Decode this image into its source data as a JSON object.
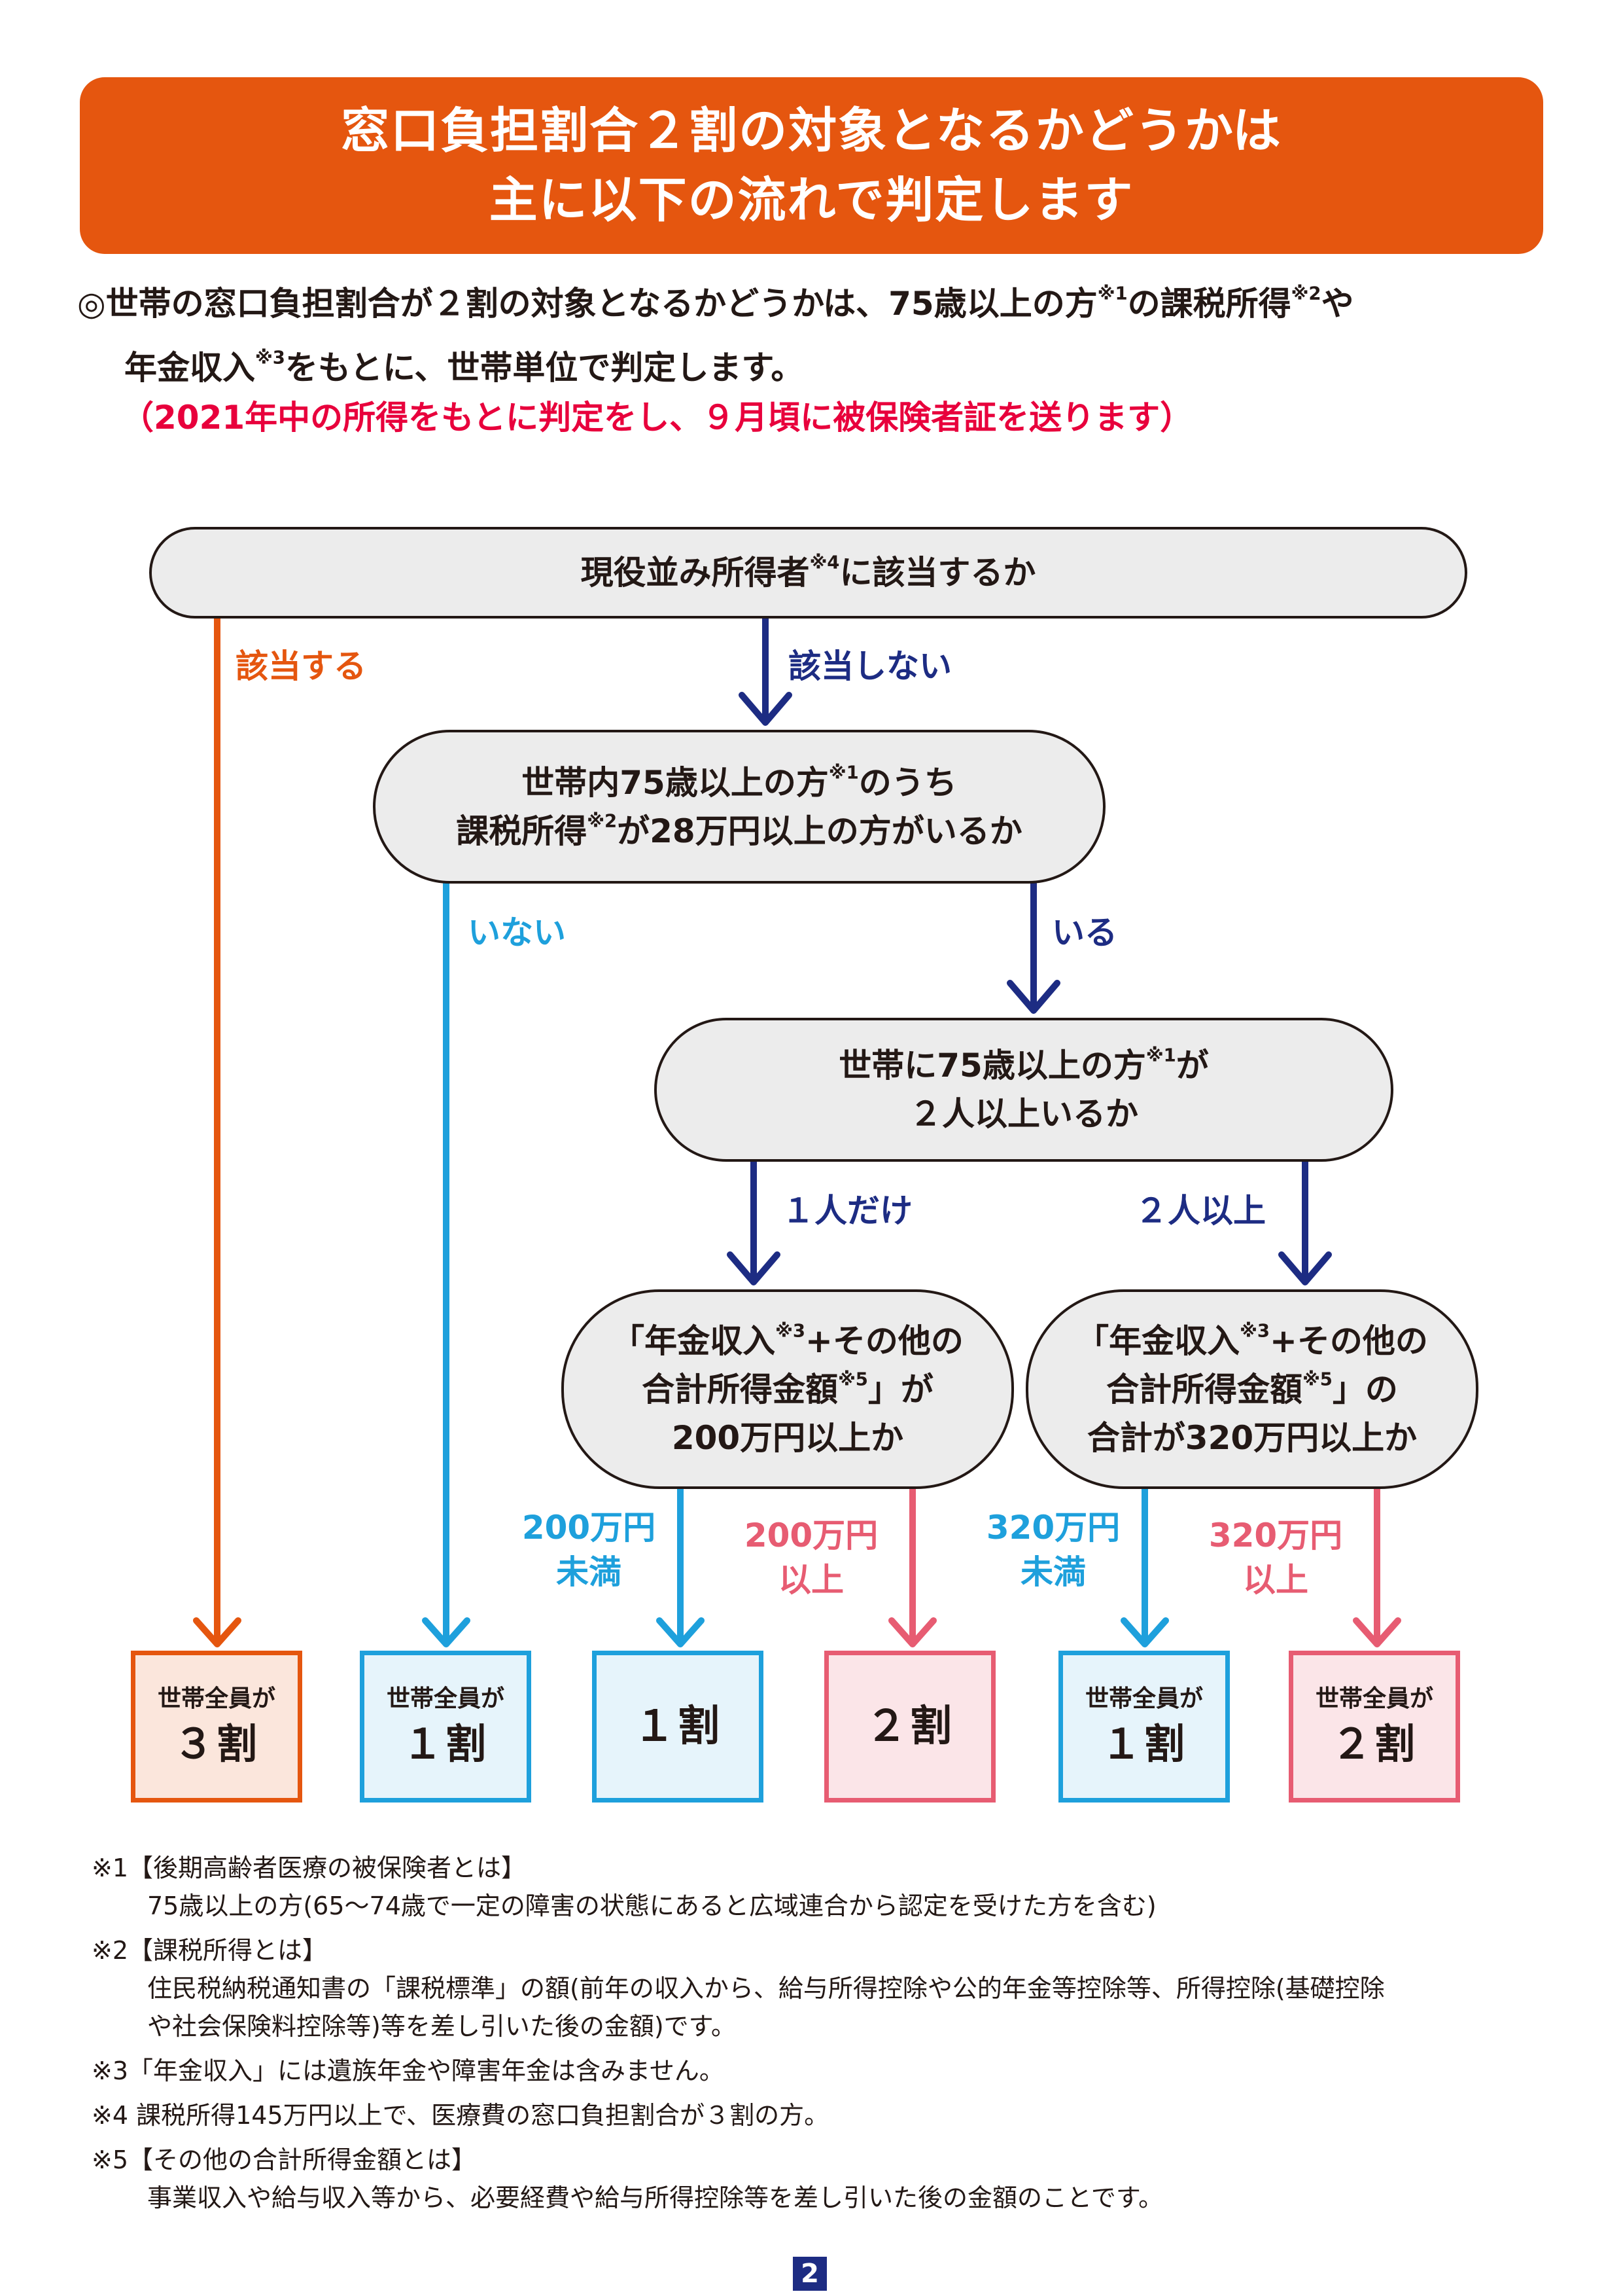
{
  "banner": {
    "line1": "窓口負担割合２割の対象となるかどうかは",
    "line2": "主に以下の流れで判定します"
  },
  "intro": {
    "l1a": "◎世帯の窓口負担割合が２割の対象となるかどうかは、75歳以上の方",
    "l1b": "の課税所得",
    "l1c": "や",
    "l2a": "年金収入",
    "l2b": "をもとに、世帯単位で判定します。",
    "sup1": "※1",
    "sup2": "※2",
    "sup3": "※3"
  },
  "note": "（2021年中の所得をもとに判定をし、９月頃に被保険者証を送ります）",
  "flow": {
    "q1": {
      "a": "現役並み所得者",
      "sup": "※4",
      "b": "に該当するか"
    },
    "q2": {
      "l1a": "世帯内75歳以上の方",
      "sup1": "※1",
      "l1b": "のうち",
      "l2a": "課税所得",
      "sup2": "※2",
      "l2b": "が28万円以上の方がいるか"
    },
    "q3": {
      "l1a": "世帯に75歳以上の方",
      "sup": "※1",
      "l1b": "が",
      "l2": "２人以上いるか"
    },
    "q4": {
      "l1a": "「年金収入",
      "sup3": "※3",
      "l1b": "+その他の",
      "l2a": "合計所得金額",
      "sup5": "※5",
      "l2b": "」が",
      "l3": "200万円以上か"
    },
    "q5": {
      "l1a": "「年金収入",
      "sup3": "※3",
      "l1b": "+その他の",
      "l2a": "合計所得金額",
      "sup5": "※5",
      "l2b": "」の",
      "l3": "合計が320万円以上か"
    },
    "labels": {
      "applicable": "該当する",
      "not_applicable": "該当しない",
      "none": "いない",
      "exists": "いる",
      "one_only": "１人だけ",
      "two_or_more": "２人以上",
      "under200_1": "200万円",
      "under200_2": "未満",
      "over200_1": "200万円",
      "over200_2": "以上",
      "under320_1": "320万円",
      "under320_2": "未満",
      "over320_1": "320万円",
      "over320_2": "以上"
    },
    "results": [
      {
        "small": "世帯全員が",
        "big": "３割"
      },
      {
        "small": "世帯全員が",
        "big": "１割"
      },
      {
        "small": "",
        "big": "１割"
      },
      {
        "small": "",
        "big": "２割"
      },
      {
        "small": "世帯全員が",
        "big": "１割"
      },
      {
        "small": "世帯全員が",
        "big": "２割"
      }
    ]
  },
  "footnotes": {
    "n1h": "※1【後期高齢者医療の被保険者とは】",
    "n1t": "75歳以上の方(65～74歳で一定の障害の状態にあると広域連合から認定を受けた方を含む)",
    "n2h": "※2【課税所得とは】",
    "n2t1": "住民税納税通知書の「課税標準」の額(前年の収入から、給与所得控除や公的年金等控除等、所得控除(基礎控除",
    "n2t2": "や社会保険料控除等)等を差し引いた後の金額)です。",
    "n3": "※3「年金収入」には遺族年金や障害年金は含みません。",
    "n4": "※4 課税所得145万円以上で、医療費の窓口負担割合が３割の方。",
    "n5h": "※5【その他の合計所得金額とは】",
    "n5t": "事業収入や給与収入等から、必要経費や給与所得控除等を差し引いた後の金額のことです。"
  },
  "page_number": "2",
  "colors": {
    "orange": "#e5560f",
    "navy": "#1d2c83",
    "cyan": "#1ea0dc",
    "pink": "#e75c72",
    "red_note": "#e8003c"
  }
}
